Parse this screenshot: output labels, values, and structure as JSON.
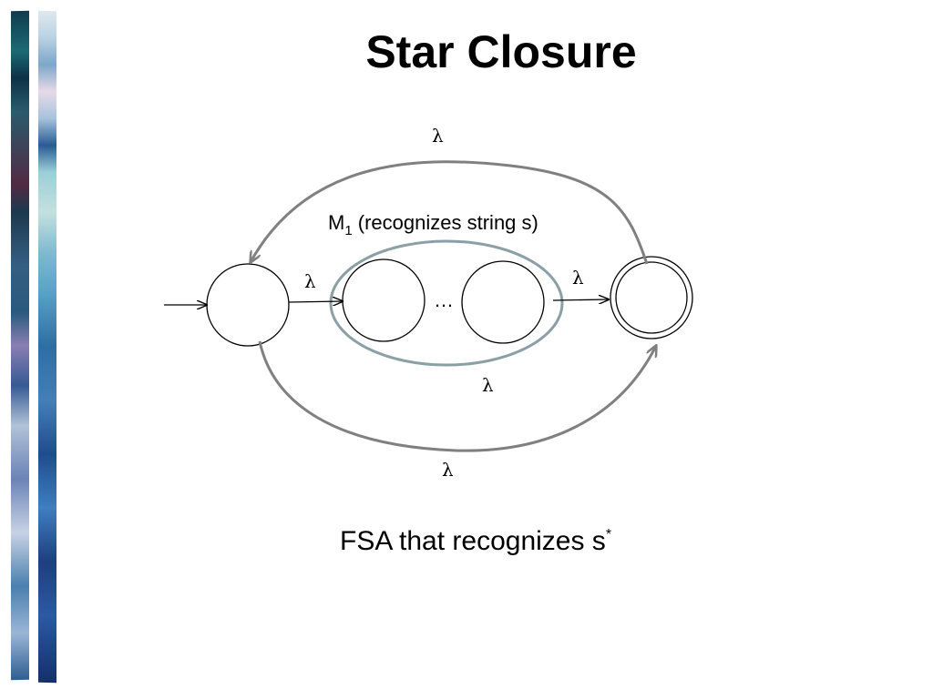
{
  "slide": {
    "title": "Star Closure"
  },
  "diagram": {
    "machine_label_main": "M",
    "machine_label_sub": "1",
    "machine_label_rest": " (recognizes string s)",
    "ellipsis": "…",
    "lambda_top": "λ",
    "lambda_entry": "λ",
    "lambda_exit": "λ",
    "lambda_middle_bottom": "λ",
    "lambda_bottom": "λ",
    "machine_outline_color": "#8a9fa6",
    "epsilon_arrow_color": "#808080"
  },
  "caption": {
    "text": "FSA that recognizes s",
    "superscript": "*"
  }
}
